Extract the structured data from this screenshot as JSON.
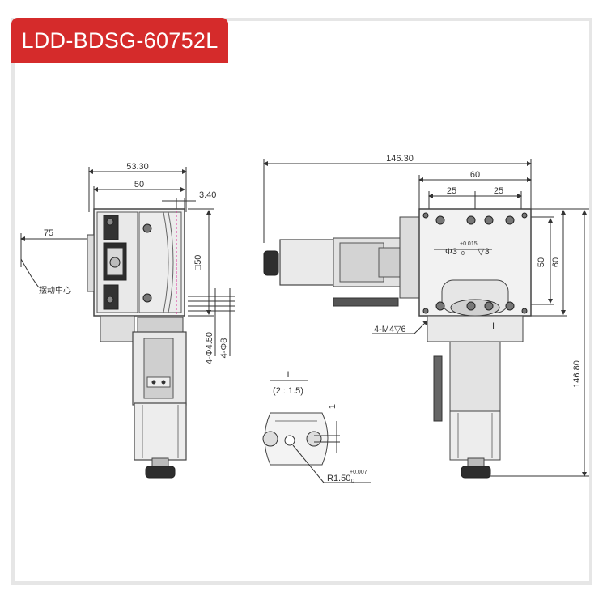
{
  "title": "LDD-BDSG-60752L",
  "colors": {
    "accent": "#d52b2b",
    "frame": "#e6e6e6",
    "line": "#333333",
    "part": "#3a3a3a"
  },
  "left_view": {
    "dim_width_outer": "53.30",
    "dim_width_inner": "50",
    "dim_offset": "3.40",
    "dim_square": "□50",
    "dim_hole_small": "4-Φ4.50",
    "dim_hole_large": "4-Φ8",
    "dim_swing_radius": "75",
    "label_swing_center": "摆动中心"
  },
  "right_view": {
    "dim_total_width": "146.30",
    "dim_table_width": "60",
    "dim_pitch_left": "25",
    "dim_pitch_right": "25",
    "dim_height_50": "50",
    "dim_height_60": "60",
    "dim_total_height": "146.80",
    "dim_pin_hole": "Φ3",
    "dim_pin_tol_upper": "+0.015",
    "dim_pin_tol_lower": "0",
    "dim_pin_depth": "▽3",
    "dim_tapped": "4-M4▽6",
    "detail_marker": "I"
  },
  "detail_view": {
    "label": "I",
    "scale": "(2 : 1.5)",
    "dim_offset": "1",
    "dim_radius": "R1.50",
    "dim_radius_tol_upper": "+0.007",
    "dim_radius_tol_lower": "0"
  }
}
